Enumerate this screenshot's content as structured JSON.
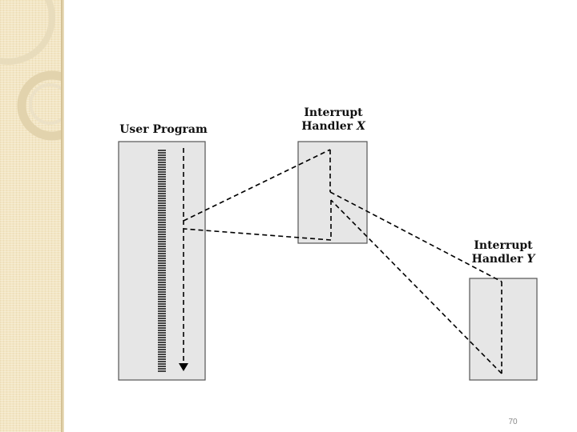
{
  "diagram": {
    "user_program_label": "User Program",
    "handler_x": {
      "line1": "Interrupt",
      "line2_prefix": "Handler ",
      "line2_letter": "X"
    },
    "handler_y": {
      "line1": "Interrupt",
      "line2_prefix": "Handler ",
      "line2_letter": "Y"
    }
  },
  "slide": {
    "page_number": "70"
  },
  "colors": {
    "box_fill": "#e6e6e6",
    "sidebar": "#f3e6c4",
    "line": "#000000"
  }
}
